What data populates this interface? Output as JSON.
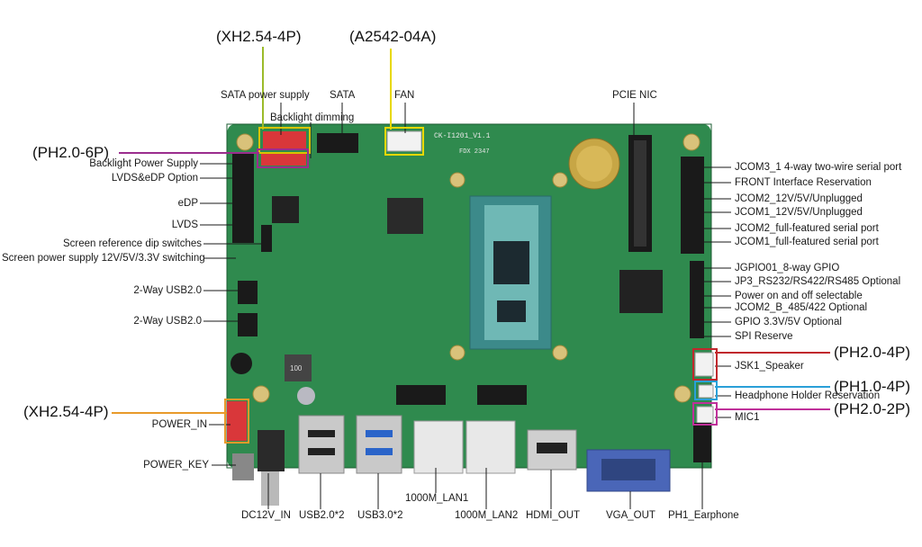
{
  "top_callouts": {
    "xh254_top": "(XH2.54-4P)",
    "a2542": "(A2542-04A)",
    "sata_power": "SATA power supply",
    "sata": "SATA",
    "fan": "FAN",
    "backlight_dimming": "Backlight dimming",
    "pcie_nic": "PCIE NIC"
  },
  "left_labels": {
    "ph206p": "(PH2.0-6P)",
    "backlight_power": "Backlight Power Supply",
    "lvds_edp": "LVDS&eDP Option",
    "edp": "eDP",
    "lvds": "LVDS",
    "dip_switches": "Screen reference dip switches",
    "screen_power": "Screen power supply 12V/5V/3.3V switching",
    "usb_a": "2-Way USB2.0",
    "usb_b": "2-Way USB2.0",
    "xh254_left": "(XH2.54-4P)",
    "power_in": "POWER_IN",
    "power_key": "POWER_KEY"
  },
  "right_labels": {
    "jcom3": "JCOM3_1 4-way two-wire serial port",
    "front": "FRONT Interface Reservation",
    "jcom2_pwr": "JCOM2_12V/5V/Unplugged",
    "jcom1_pwr": "JCOM1_12V/5V/Unplugged",
    "jcom2_full": "JCOM2_full-featured serial port",
    "jcom1_full": "JCOM1_full-featured serial port",
    "jgpio": "JGPIO01_8-way GPIO",
    "jp3": "JP3_RS232/RS422/RS485 Optional",
    "power_onoff": "Power on and off selectable",
    "jcom2b": "JCOM2_B_485/422 Optional",
    "gpio": "GPIO 3.3V/5V Optional",
    "spi": "SPI Reserve",
    "ph204p": "(PH2.0-4P)",
    "jsk1": "JSK1_Speaker",
    "ph104p": "(PH1.0-4P)",
    "headphone": "Headphone Holder Reservation",
    "ph202p": "(PH2.0-2P)",
    "mic1": "MIC1"
  },
  "bottom_labels": {
    "dc12v": "DC12V_IN",
    "usb20x2": "USB2.0*2",
    "usb30x2": "USB3.0*2",
    "lan1": "1000M_LAN1",
    "lan2": "1000M_LAN2",
    "hdmi": "HDMI_OUT",
    "vga": "VGA_OUT",
    "earphone": "PH1_Earphone"
  },
  "board_text": {
    "silk1": "CK-I1201_V1.1",
    "silk2": "FDX 2347",
    "silk3": "100"
  },
  "colors": {
    "pcb": "#2f8a4e",
    "pcb_dark": "#236b3b",
    "yellow": "#e8d800",
    "purple": "#9b2d8e",
    "orange": "#e89a2a",
    "red": "#c0282d",
    "blue": "#2aa0d8",
    "magenta": "#c0309a"
  }
}
